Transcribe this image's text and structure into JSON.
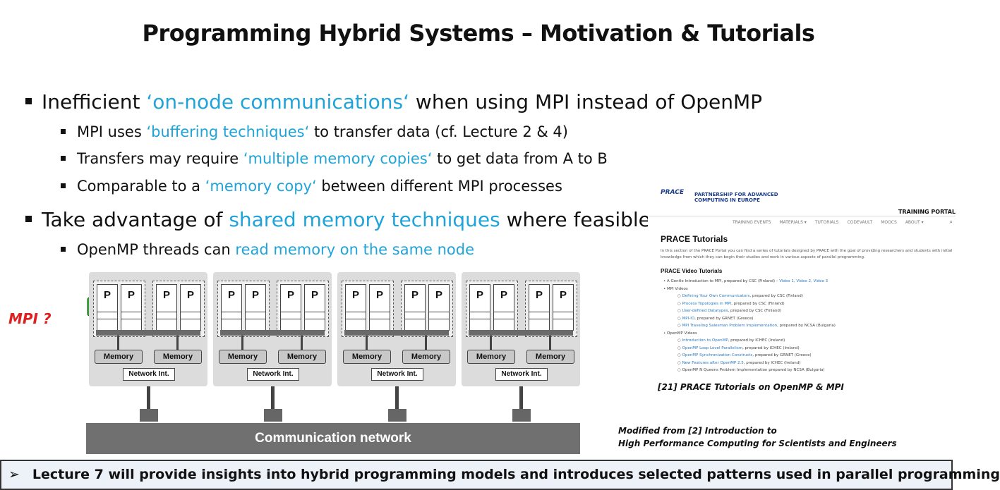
{
  "title": "Programming Hybrid Systems – Motivation & Tutorials",
  "bullets": {
    "b1": {
      "pre": "Inefficient ",
      "hl": "‘on-node communications‘",
      "post": " when using MPI instead of OpenMP"
    },
    "b1a": {
      "pre": "MPI uses ",
      "hl": "‘buffering techniques‘",
      "post": " to transfer data (cf. Lecture 2 & 4)"
    },
    "b1b": {
      "pre": "Transfers may require ",
      "hl": "‘multiple memory copies‘",
      "post": " to get data from A to B"
    },
    "b1c": {
      "pre": "Comparable to a ",
      "hl": "‘memory copy‘",
      "post": " between different MPI processes"
    },
    "b2": {
      "pre": "Take advantage of ",
      "hl": "shared memory techniques",
      "post": " where feasible"
    },
    "b2a": {
      "pre": "OpenMP threads can ",
      "hl": "read memory on the same node",
      "post": ""
    }
  },
  "diagram": {
    "mpi_label": "MPI ?",
    "processor_label": "P",
    "memory_label": "Memory",
    "network_int_label": "Network Int.",
    "communication_network_label": "Communication network",
    "node_count": 4,
    "highlight_color": "#e8201e",
    "cube_color": "#2fa82f"
  },
  "prace": {
    "logo_mark": "PRACE",
    "logo_text": "PARTNERSHIP FOR ADVANCED COMPUTING IN EUROPE",
    "portal": "TRAINING PORTAL",
    "nav": [
      "TRAINING EVENTS",
      "MATERIALS ▾",
      "TUTORIALS",
      "CODEVAULT",
      "MOOCS",
      "ABOUT ▾"
    ],
    "heading": "PRACE Tutorials",
    "intro": "In this section of the PRACE Portal you can find a series of tutorials designed by PRACE with the goal of providing researchers and students with initial knowledge from which they can begin their studies and work in various aspects of parallel programming.",
    "subheading": "PRACE Video Tutorials",
    "items": [
      {
        "level": 1,
        "text": "A Gentle Introduction to MPI, prepared by CSC (Finland) – ",
        "link": "Video 1, Video 2, Video 3"
      },
      {
        "level": 1,
        "text": "MPI Videos",
        "link": ""
      },
      {
        "level": 2,
        "text": "",
        "link": "Defining Your Own Communicators",
        "post": ", prepared by CSC (Finland)"
      },
      {
        "level": 2,
        "text": "",
        "link": "Process Topologies in MPI",
        "post": ", prepared by CSC (Finland)"
      },
      {
        "level": 2,
        "text": "",
        "link": "User-defined Datatypes",
        "post": ", prepared by CSC (Finland)"
      },
      {
        "level": 2,
        "text": "",
        "link": "MPI-IO",
        "post": ", prepared by GRNET (Greece)"
      },
      {
        "level": 2,
        "text": "",
        "link": "MPI Traveling Salesman Problem Implementation",
        "post": ", prepared by NCSA (Bulgaria)"
      },
      {
        "level": 1,
        "text": "OpenMP Videos",
        "link": ""
      },
      {
        "level": 2,
        "text": "",
        "link": "Introduction to OpenMP",
        "post": ", prepared by ICHEC (Ireland)"
      },
      {
        "level": 2,
        "text": "",
        "link": "OpenMP Loop Level Parallelism",
        "post": ", prepared by ICHEC (Ireland)"
      },
      {
        "level": 2,
        "text": "",
        "link": "OpenMP Synchronization Constructs",
        "post": ", prepared by GRNET (Greece)"
      },
      {
        "level": 2,
        "text": "",
        "link": "New Features after OpenMP 2.5",
        "post": ", prepared by ICHEC (Ireland)"
      },
      {
        "level": 2,
        "text": "OpenMP N Queens Problem Implementation prepared by NCSA (Bulgaria)",
        "link": ""
      }
    ],
    "caption": "[21] PRACE Tutorials on OpenMP & MPI"
  },
  "source": {
    "line1": "Modified from [2] Introduction to",
    "line2": "High Performance Computing for Scientists and Engineers"
  },
  "footer": {
    "arrow": "➢",
    "text": "Lecture 7 will provide insights into hybrid programming models and introduces selected patterns used in parallel programming"
  }
}
